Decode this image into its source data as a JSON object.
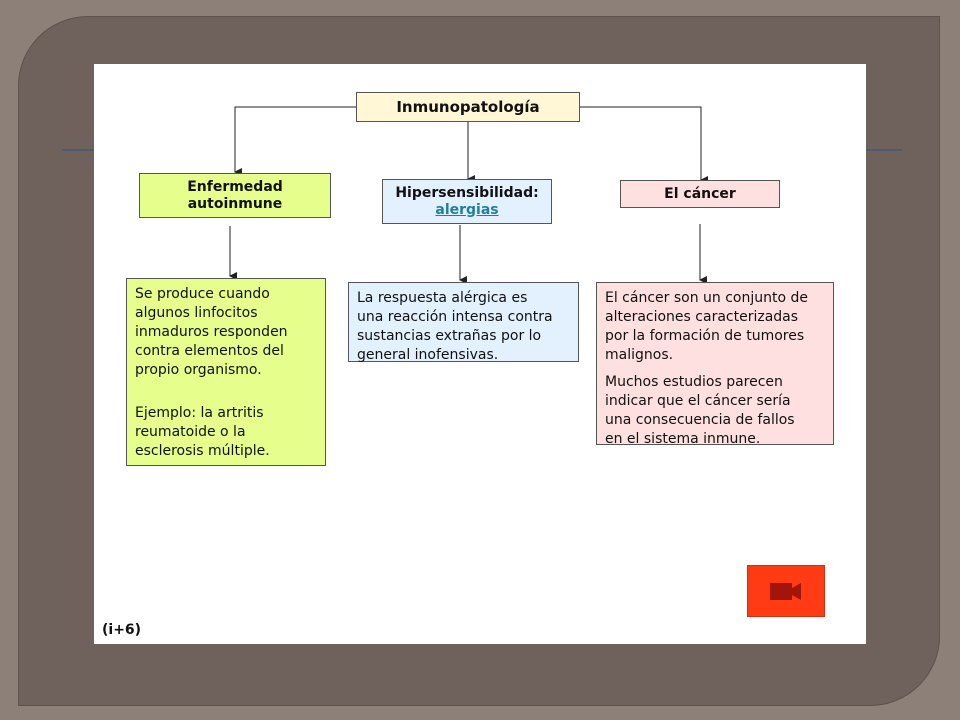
{
  "diagram": {
    "root": {
      "label": "Inmunopatología"
    },
    "categories": [
      {
        "line1": "Enfermedad",
        "line2": "autoinmune",
        "color": "#e6ff8c",
        "description": [
          "Se produce cuando",
          "algunos linfocitos",
          "inmaduros responden",
          "contra elementos del",
          "propio organismo."
        ],
        "example": [
          "Ejemplo: la artritis",
          "reumatoide o la",
          "esclerosis múltiple."
        ]
      },
      {
        "line1": "Hipersensibilidad:",
        "line2": "alergias",
        "color": "#e3f1ff",
        "description": [
          "La respuesta alérgica es",
          "una reacción intensa contra",
          "sustancias extrañas por lo",
          "general inofensivas."
        ]
      },
      {
        "line1": "El cáncer",
        "color": "#ffe0e0",
        "description": [
          "El cáncer son un conjunto de",
          "alteraciones caracterizadas",
          "por la formación de tumores",
          "malignos."
        ],
        "extra": [
          "Muchos estudios parecen",
          "indicar que el cáncer sería",
          "una consecuencia de fallos",
          "en el sistema inmune."
        ]
      }
    ]
  },
  "footer": {
    "label": "(i+6)"
  },
  "nav_button": {
    "icon": "camera-icon",
    "color": "#ff3b14"
  }
}
